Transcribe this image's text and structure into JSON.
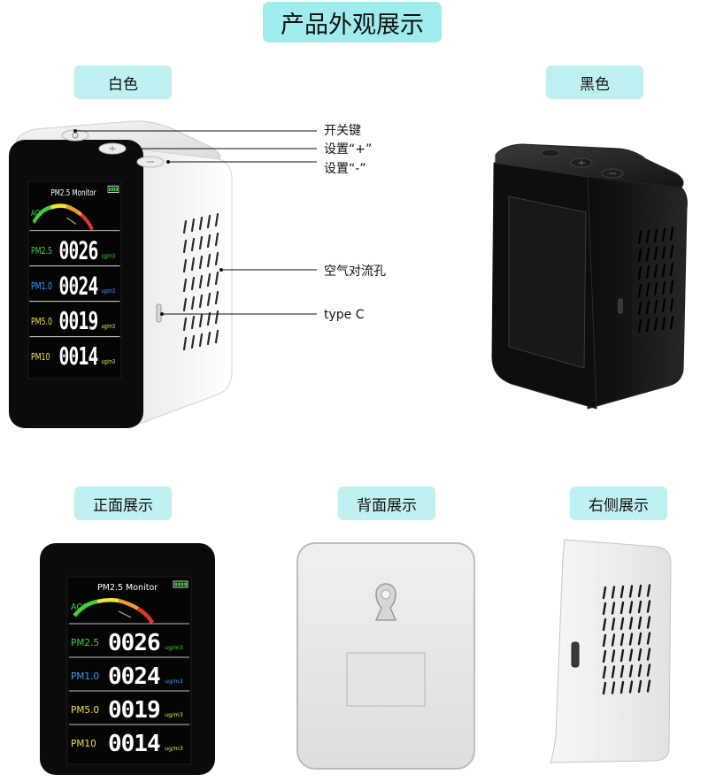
{
  "page_title": "产品外观展示",
  "labels": {
    "white": "白色",
    "black": "黑色",
    "front": "正面展示",
    "back": "背面展示",
    "right": "右侧展示"
  },
  "annotations": {
    "power": "开关键",
    "plus": "设置“+”",
    "minus": "设置“-”",
    "vent": "空气对流孔",
    "port": "type C"
  },
  "screen": {
    "title": "PM2.5  Monitor",
    "aqi": "AQI",
    "unit": "ug/m3",
    "rows": [
      {
        "name": "PM2.5",
        "value": "0026",
        "color": "#36d63a"
      },
      {
        "name": "PM1.0",
        "value": "0024",
        "color": "#3a9cff"
      },
      {
        "name": "PM5.0",
        "value": "0019",
        "color": "#f2e234"
      },
      {
        "name": "PM10",
        "value": "0014",
        "color": "#f2e234"
      }
    ]
  },
  "colors": {
    "accent": "#9fecef",
    "label_bg": "#bff0f2",
    "device_white": "#f4f4f4",
    "device_black": "#111111"
  },
  "icons": {
    "power": "power-icon",
    "plus": "plus-icon",
    "minus": "minus-icon",
    "battery": "battery-icon",
    "mount": "keyhole-icon",
    "port": "usb-c-icon"
  }
}
